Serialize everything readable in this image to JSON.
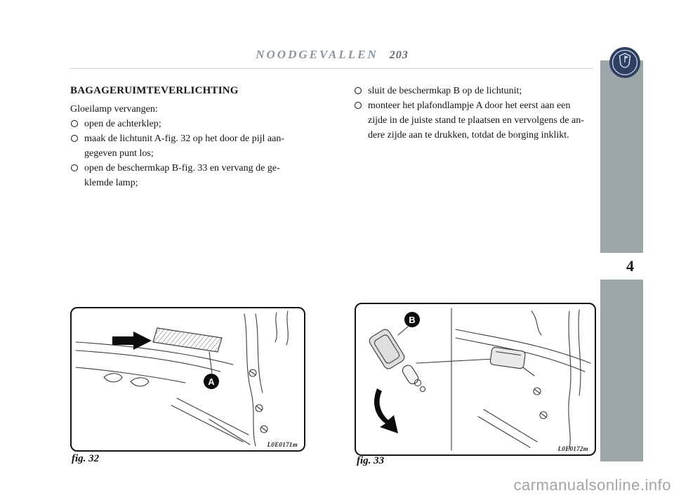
{
  "header": {
    "title": "NOODGEVALLEN",
    "page_number": "203"
  },
  "sidebar": {
    "chapter_tab": "4"
  },
  "content": {
    "left": {
      "heading": "BAGAGERUIMTEVERLICHTING",
      "intro": "Gloeilamp vervangen:",
      "bullets": [
        [
          "open de achterklep;"
        ],
        [
          "maak de lichtunit A-fig. 32 op het door de pijl aan-",
          "gegeven punt los;"
        ],
        [
          "open de beschermkap B-fig. 33 en vervang de ge-",
          "klemde lamp;"
        ]
      ]
    },
    "right": {
      "bullets": [
        [
          "sluit de beschermkap B op de lichtunit;"
        ],
        [
          "monteer het plafondlampje A door het eerst aan een",
          "zijde in de juiste stand te plaatsen en vervolgens de an-",
          "dere zijde aan te drukken, totdat de borging inklikt."
        ]
      ]
    }
  },
  "figures": [
    {
      "caption": "fig. 32",
      "code": "L0E0171m",
      "label": "A"
    },
    {
      "caption": "fig. 33",
      "code": "L0E0172m",
      "label": "B"
    }
  ],
  "watermark": "carmanualsonline.info",
  "colors": {
    "sidebar_band": "#9ca6a8",
    "header_text": "#8b95a0",
    "logo_navy": "#2e3f63",
    "watermark_text": "#a3a3a3"
  }
}
